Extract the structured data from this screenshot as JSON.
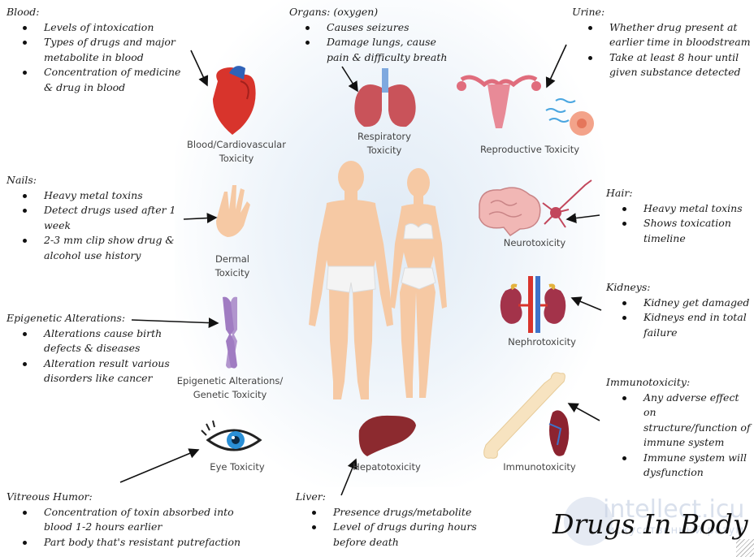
{
  "title": "Drugs In Body",
  "watermark": {
    "main": "intellect.icu",
    "sub": "искусственный разум"
  },
  "notes": {
    "blood": {
      "heading": "Blood:",
      "items": [
        "Levels of intoxication",
        "Types of drugs and major metabolite in blood",
        "Concentration of medicine & drug in blood"
      ]
    },
    "organs": {
      "heading": "Organs: (oxygen)",
      "items": [
        "Causes seizures",
        "Damage lungs, cause pain & difficulty breath"
      ]
    },
    "urine": {
      "heading": "Urine:",
      "items": [
        "Whether drug present at earlier time in bloodstream",
        "Take at least 8 hour until given substance detected"
      ]
    },
    "nails": {
      "heading": "Nails:",
      "items": [
        "Heavy metal toxins",
        "Detect drugs used after 1 week",
        "2-3 mm clip show drug & alcohol use history"
      ]
    },
    "hair": {
      "heading": "Hair:",
      "items": [
        "Heavy metal toxins",
        "Shows toxication timeline"
      ]
    },
    "kidneys": {
      "heading": "Kidneys:",
      "items": [
        "Kidney get damaged",
        "Kidneys end in total failure"
      ]
    },
    "epigenetic": {
      "heading": "Epigenetic Alterations:",
      "items": [
        "Alterations cause birth defects & diseases",
        "Alteration result various disorders like cancer"
      ]
    },
    "immuno": {
      "heading": "Immunotoxicity:",
      "items": [
        "Any adverse effect on structure/function of immune system",
        "Immune system will dysfunction"
      ]
    },
    "vitreous": {
      "heading": "Vitreous Humor:",
      "items": [
        "Concentration of toxin absorbed into blood 1-2 hours earlier",
        "Part body that's resistant putrefaction"
      ]
    },
    "liver": {
      "heading": "Liver:",
      "items": [
        "Presence drugs/metabolite",
        "Level of drugs during hours before death"
      ]
    }
  },
  "labels": {
    "blood_cardio": "Blood/Cardiovascular Toxicity",
    "respiratory": "Respiratory Toxicity",
    "reproductive": "Reproductive Toxicity",
    "dermal": "Dermal Toxicity",
    "neuro": "Neurotoxicity",
    "nephro": "Nephrotoxicity",
    "epigenetic": "Epigenetic Alterations/ Genetic Toxicity",
    "eye": "Eye Toxicity",
    "hepato": "Hepatotoxicity",
    "immuno": "Immunotoxicity"
  },
  "colors": {
    "skin": "#f6c9a4",
    "organ_red": "#c9312c",
    "kidney": "#9b2d3b",
    "vein_blue": "#3e73c9",
    "chromosome": "#a07cc2",
    "text": "#1a1a1a"
  }
}
